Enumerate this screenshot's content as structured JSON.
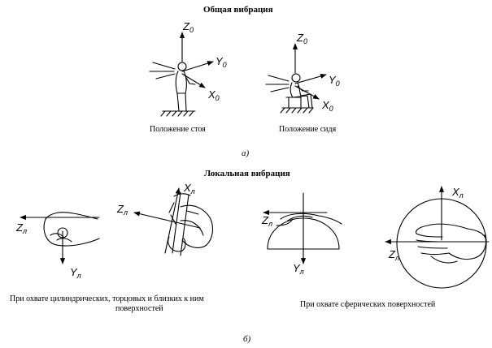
{
  "general": {
    "title": "Общая вибрация",
    "standing_caption": "Положение стоя",
    "sitting_caption": "Положение сидя",
    "panel_label": "а)",
    "axes": {
      "z": "Z",
      "y": "Y",
      "x": "X",
      "sub": "0"
    }
  },
  "local": {
    "title": "Локальная вибрация",
    "cylindrical_caption_line1": "При охвате цилиндрических, торцовых и близких к ним",
    "cylindrical_caption_line2": "поверхностей",
    "spherical_caption": "При охвате сферических поверхностей",
    "panel_label": "б)",
    "axes": {
      "z": "Z",
      "y": "Y",
      "x": "X",
      "sub": "л"
    }
  }
}
